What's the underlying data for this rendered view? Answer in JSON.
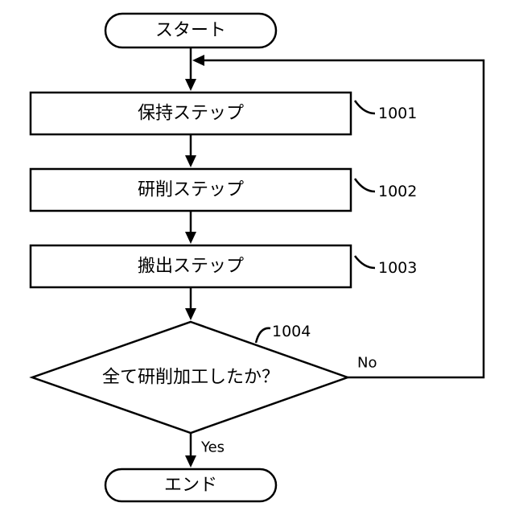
{
  "nodes": {
    "start": "スタート",
    "step_hold": "保持ステップ",
    "step_grind": "研削ステップ",
    "step_unload": "搬出ステップ",
    "decision": "全て研削加工したか？",
    "end": "エンド"
  },
  "refs": {
    "hold": "1001",
    "grind": "1002",
    "unload": "1003",
    "decision": "1004"
  },
  "branches": {
    "no": "No",
    "yes": "Yes"
  }
}
